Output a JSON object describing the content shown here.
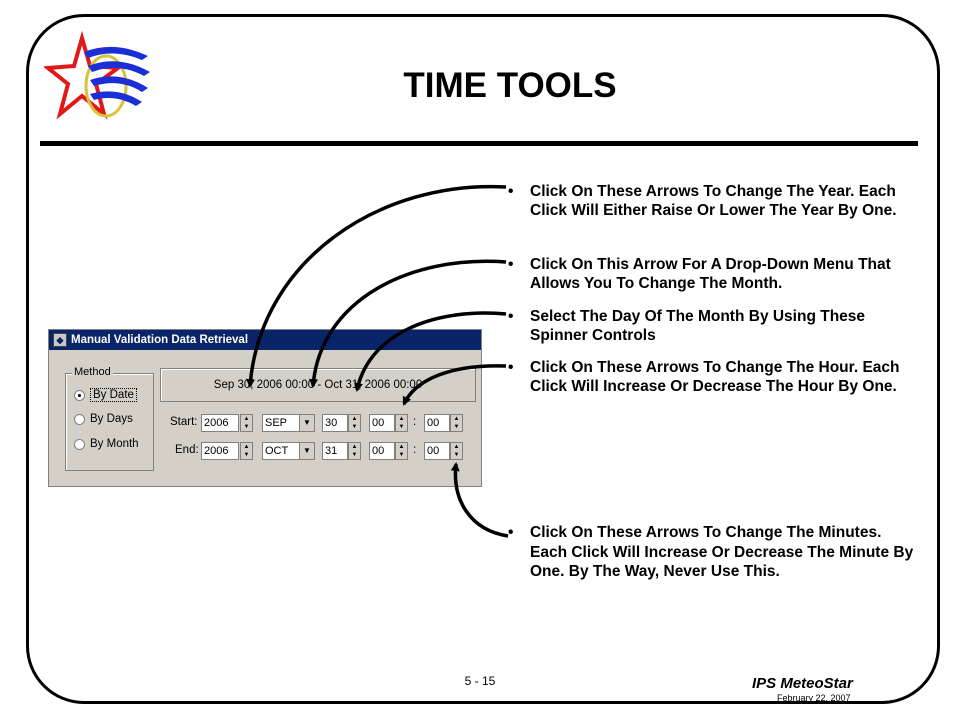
{
  "slide": {
    "title": "TIME TOOLS",
    "page_number": "5 - 15",
    "brand": "IPS MeteoStar",
    "date": "February 22, 2007"
  },
  "bullets": [
    {
      "bullet_char": "•",
      "text": "Click On These Arrows To Change The Year. Each Click Will Either Raise Or Lower The Year By One."
    },
    {
      "bullet_char": "•",
      "text": "Click On This Arrow For A Drop-Down Menu That Allows You To Change The Month."
    },
    {
      "bullet_char": "•",
      "text": "Select The Day Of The Month By Using These Spinner Controls"
    },
    {
      "bullet_char": "•",
      "text": "Click On These Arrows To Change The Hour. Each Click Will Increase Or Decrease The Hour By One."
    },
    {
      "bullet_char": "•",
      "text": "Click On These Arrows To Change The Minutes.  Each Click Will Increase Or Decrease The Minute By One.  By The Way, Never Use This."
    }
  ],
  "dialog": {
    "title": "Manual Validation Data Retrieval",
    "method_label": "Method",
    "radio_options": [
      {
        "label": "By Date",
        "selected": true
      },
      {
        "label": "By Days",
        "selected": false
      },
      {
        "label": "By Month",
        "selected": false
      }
    ],
    "range_text": "Sep 30, 2006 00:00 - Oct 31, 2006 00:00",
    "start": {
      "label": "Start:",
      "year": "2006",
      "month": "SEP",
      "day": "30",
      "hour": "00",
      "minute": "00"
    },
    "end": {
      "label": "End:",
      "year": "2006",
      "month": "OCT",
      "day": "31",
      "hour": "00",
      "minute": "00"
    },
    "separator": ":",
    "spin_up": "▲",
    "spin_down": "▼",
    "dropdown_arrow": "▼"
  },
  "colors": {
    "titlebar": "#0a246a",
    "dialog_face": "#d4d0c8",
    "logo_red": "#e01818",
    "logo_blue": "#1a2fd6",
    "logo_yellow": "#d8c23a"
  },
  "icons": [
    "star-globe-logo-icon",
    "app-icon",
    "spin-up-icon",
    "spin-down-icon",
    "dropdown-arrow-icon"
  ]
}
